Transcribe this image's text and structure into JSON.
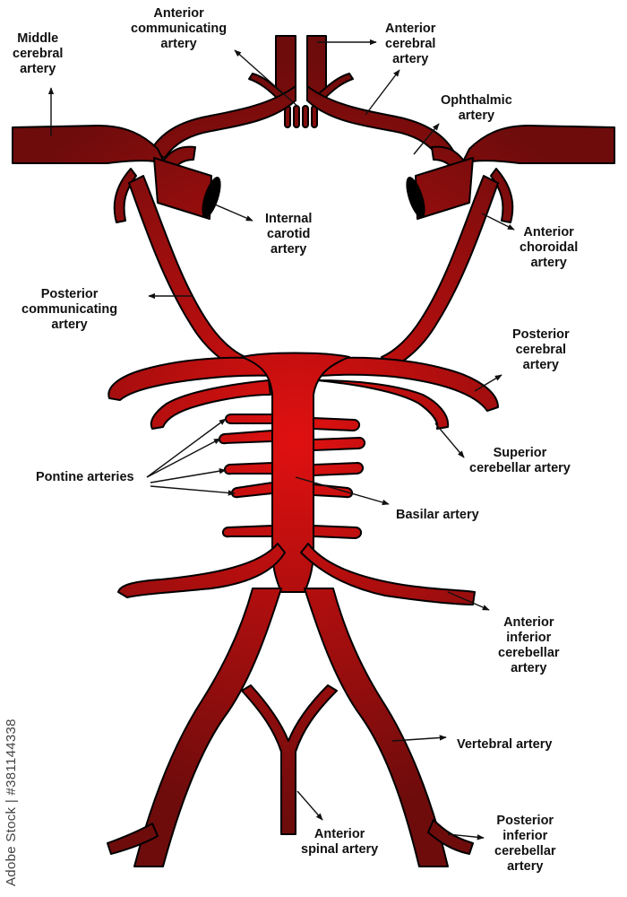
{
  "colors": {
    "artery_light": "#e01010",
    "artery_dark": "#6e0c0c",
    "outline": "#000000",
    "label": "#111111"
  },
  "labels": {
    "middle_cerebral": "Middle\ncerebral\nartery",
    "anterior_communicating": "Anterior\ncommunicating\nartery",
    "anterior_cerebral": "Anterior\ncerebral\nartery",
    "ophthalmic": "Ophthalmic\nartery",
    "internal_carotid": "Internal\ncarotid\nartery",
    "anterior_choroidal": "Anterior\nchoroidal\nartery",
    "posterior_communicating": "Posterior\ncommunicating\nartery",
    "posterior_cerebral": "Posterior\ncerebral\nartery",
    "superior_cerebellar": "Superior\ncerebellar artery",
    "pontine": "Pontine arteries",
    "basilar": "Basilar artery",
    "anterior_inferior_cerebellar": "Anterior\ninferior\ncerebellar\nartery",
    "vertebral": "Vertebral artery",
    "anterior_spinal": "Anterior\nspinal artery",
    "posterior_inferior_cerebellar": "Posterior\ninferior\ncerebellar\nartery"
  },
  "watermark": "Adobe Stock | #381144338"
}
